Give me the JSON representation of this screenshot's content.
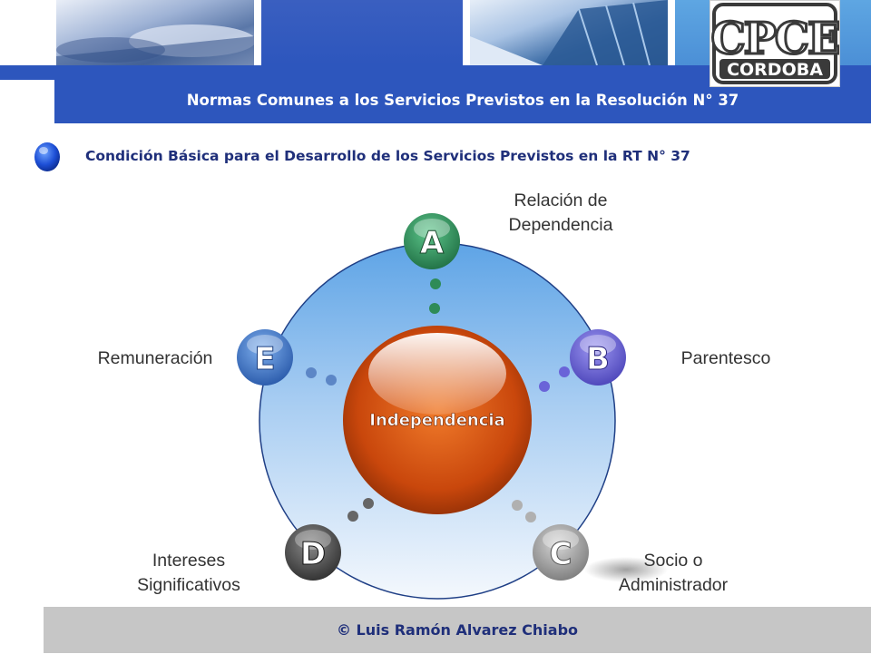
{
  "header": {
    "title": "Normas Comunes a los Servicios Previstos en la Resolución N° 37"
  },
  "logo": {
    "line1": "CPCE",
    "line2": "CORDOBA"
  },
  "subtitle": "Condición Básica para el Desarrollo de los Servicios Previstos en la RT N° 37",
  "diagram": {
    "center": "Independencia",
    "nodes": [
      {
        "letter": "A",
        "label_line1": "Relación de",
        "label_line2": "Dependencia"
      },
      {
        "letter": "B",
        "label_line1": "Parentesco",
        "label_line2": ""
      },
      {
        "letter": "C",
        "label_line1": "Socio o",
        "label_line2": "Administrador"
      },
      {
        "letter": "D",
        "label_line1": "Intereses",
        "label_line2": "Significativos"
      },
      {
        "letter": "E",
        "label_line1": "Remuneración",
        "label_line2": ""
      }
    ]
  },
  "footer": "© Luis Ramón Alvarez Chiabo",
  "colors": {
    "primary_blue": "#2d56bd",
    "title_navy": "#1f2f7a",
    "node_a": "#2e8b57",
    "node_b": "#6a64d8",
    "node_c": "#9a9a9a",
    "node_d": "#555555",
    "node_e": "#3f73c4",
    "center": "#cc4a10"
  }
}
